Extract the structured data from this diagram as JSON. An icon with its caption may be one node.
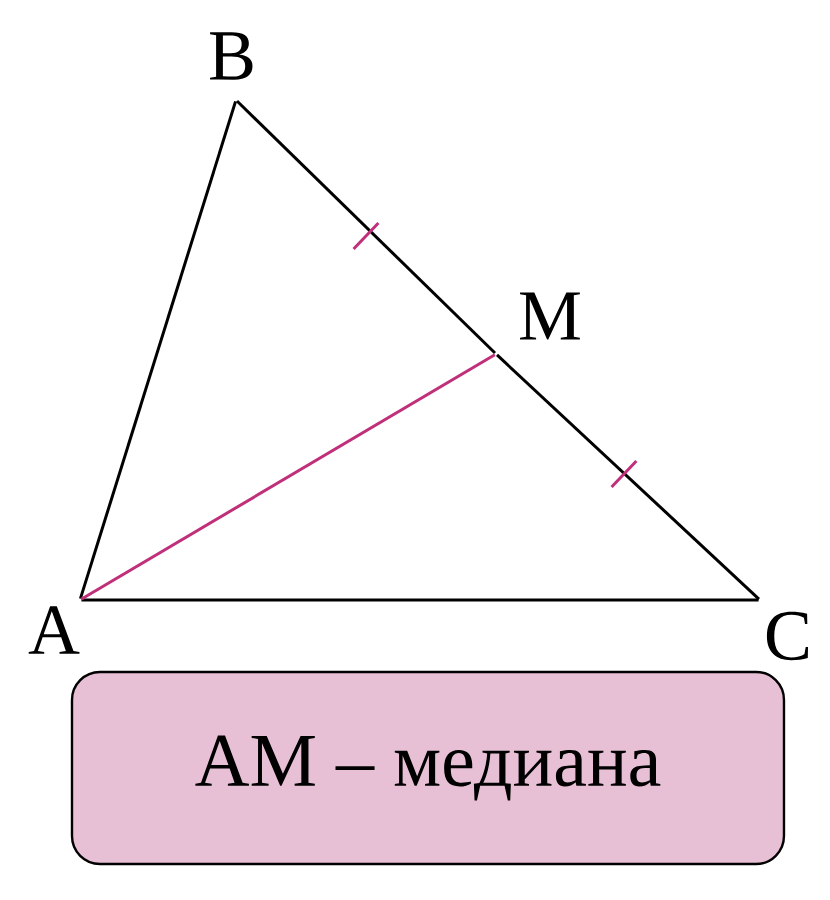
{
  "diagram": {
    "nodes": [
      {
        "text": [],
        "shape": "point",
        "beside": [
          "A"
        ]
      },
      {
        "text": [],
        "shape": "point",
        "beside": [
          "B"
        ]
      },
      {
        "text": [],
        "shape": "point",
        "beside": [
          "C"
        ]
      },
      {
        "text": [],
        "shape": "point",
        "beside": [
          "M"
        ]
      },
      {
        "text": [
          "AM – медиана"
        ]
      }
    ],
    "edges": [
      {
        "from": 0,
        "to": 1,
        "arrow": "none"
      },
      {
        "from": 1,
        "to": 3,
        "arrow": "none"
      },
      {
        "from": 3,
        "to": 2,
        "arrow": "none"
      },
      {
        "from": 2,
        "to": 0,
        "arrow": "none"
      },
      {
        "from": 0,
        "to": 3,
        "arrow": "none",
        "color": "#c0307a"
      }
    ]
  }
}
